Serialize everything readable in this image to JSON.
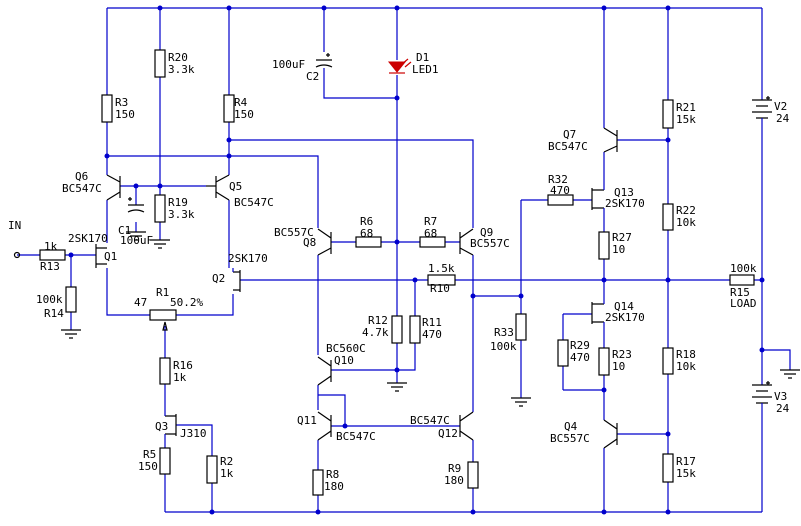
{
  "input_label": "IN",
  "components": {
    "R1": {
      "ref": "R1",
      "value": "47",
      "extra": "50.2%"
    },
    "R2": {
      "ref": "R2",
      "value": "1k"
    },
    "R3": {
      "ref": "R3",
      "value": "150"
    },
    "R4": {
      "ref": "R4",
      "value": "150"
    },
    "R5": {
      "ref": "R5",
      "value": "150"
    },
    "R6": {
      "ref": "R6",
      "value": "68"
    },
    "R7": {
      "ref": "R7",
      "value": "68"
    },
    "R8": {
      "ref": "R8",
      "value": "180"
    },
    "R9": {
      "ref": "R9",
      "value": "180"
    },
    "R10": {
      "ref": "R10",
      "value": "1.5k"
    },
    "R11": {
      "ref": "R11",
      "value": "470"
    },
    "R12": {
      "ref": "R12",
      "value": "4.7k"
    },
    "R13": {
      "ref": "R13",
      "value": "1k"
    },
    "R14": {
      "ref": "R14",
      "value": "100k"
    },
    "R15": {
      "ref": "R15",
      "value": "100k",
      "extra": "LOAD"
    },
    "R16": {
      "ref": "R16",
      "value": "1k"
    },
    "R17": {
      "ref": "R17",
      "value": "15k"
    },
    "R18": {
      "ref": "R18",
      "value": "10k"
    },
    "R19": {
      "ref": "R19",
      "value": "3.3k"
    },
    "R20": {
      "ref": "R20",
      "value": "3.3k"
    },
    "R21": {
      "ref": "R21",
      "value": "15k"
    },
    "R22": {
      "ref": "R22",
      "value": "10k"
    },
    "R23": {
      "ref": "R23",
      "value": "10"
    },
    "R27": {
      "ref": "R27",
      "value": "10"
    },
    "R29": {
      "ref": "R29",
      "value": "470"
    },
    "R32": {
      "ref": "R32",
      "value": "470"
    },
    "R33": {
      "ref": "R33",
      "value": "100k"
    },
    "C1": {
      "ref": "C1",
      "value": "100uF"
    },
    "C2": {
      "ref": "C2",
      "value": "100uF"
    },
    "D1": {
      "ref": "D1",
      "value": "LED1"
    },
    "V2": {
      "ref": "V2",
      "value": "24"
    },
    "V3": {
      "ref": "V3",
      "value": "24"
    },
    "Q1": {
      "ref": "Q1",
      "value": "2SK170"
    },
    "Q2": {
      "ref": "Q2",
      "value": "2SK170"
    },
    "Q3": {
      "ref": "Q3",
      "value": "J310"
    },
    "Q4": {
      "ref": "Q4",
      "value": "BC557C"
    },
    "Q5": {
      "ref": "Q5",
      "value": "BC547C"
    },
    "Q6": {
      "ref": "Q6",
      "value": "BC547C"
    },
    "Q7": {
      "ref": "Q7",
      "value": "BC547C"
    },
    "Q8": {
      "ref": "Q8",
      "value": "BC557C"
    },
    "Q9": {
      "ref": "Q9",
      "value": "BC557C"
    },
    "Q10": {
      "ref": "Q10",
      "value": "BC560C"
    },
    "Q11": {
      "ref": "Q11",
      "value": "BC547C"
    },
    "Q12": {
      "ref": "Q12",
      "value": "BC547C"
    },
    "Q13": {
      "ref": "Q13",
      "value": "2SK170"
    },
    "Q14": {
      "ref": "Q14",
      "value": "2SK170"
    }
  },
  "colors": {
    "wire": "#0000cc",
    "symbol": "#000000",
    "led": "#cc0000"
  }
}
